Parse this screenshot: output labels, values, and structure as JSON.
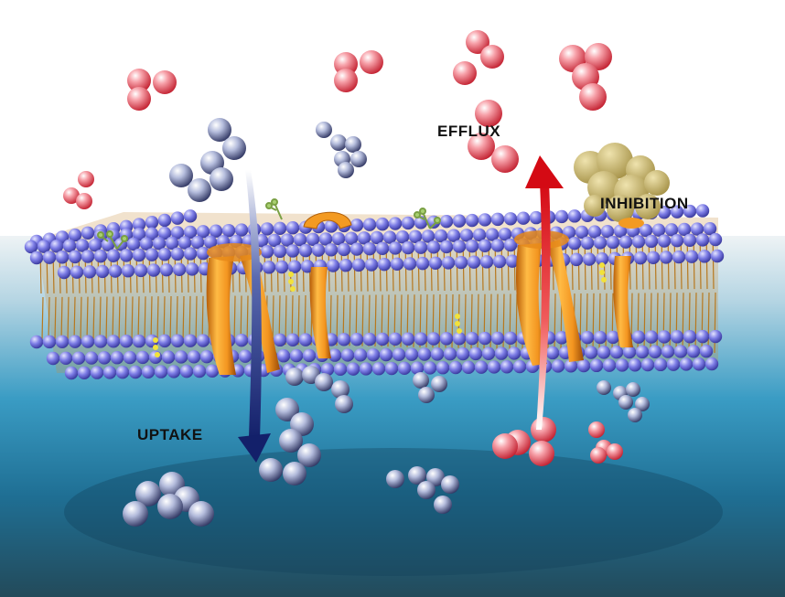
{
  "labels": {
    "efflux": "EFFLUX",
    "inhibition": "INHIBITION",
    "uptake": "UPTAKE"
  },
  "colors": {
    "blue_molecule": "#8e98c8",
    "red_molecule": "#e8505e",
    "inhibitor": "#c9b56a",
    "lipid_head": "#6a6ae0",
    "lipid_tail": "#c88a2e",
    "transporter": "#f09a1e",
    "uptake_arrow": "#1e2e7a",
    "efflux_arrow": "#d8141e",
    "water": "#2a8ab4"
  }
}
